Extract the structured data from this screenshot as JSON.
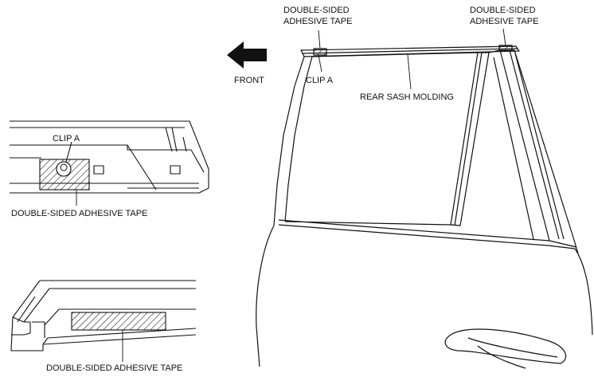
{
  "labels": {
    "dst_top_left_line1": "DOUBLE-SIDED",
    "dst_top_left_line2": "ADHESIVE TAPE",
    "dst_top_right_line1": "DOUBLE-SIDED",
    "dst_top_right_line2": "ADHESIVE TAPE",
    "front": "FRONT",
    "clip_a_door": "CLIP A",
    "rear_sash_molding": "REAR SASH MOLDING",
    "clip_a_detail": "CLIP A",
    "dst_detail_upper": "DOUBLE-SIDED ADHESIVE TAPE",
    "dst_detail_lower": "DOUBLE-SIDED ADHESIVE TAPE"
  },
  "icons": {
    "front_arrow": "left-arrow-icon"
  },
  "colors": {
    "line": "#111111",
    "background": "#ffffff"
  }
}
